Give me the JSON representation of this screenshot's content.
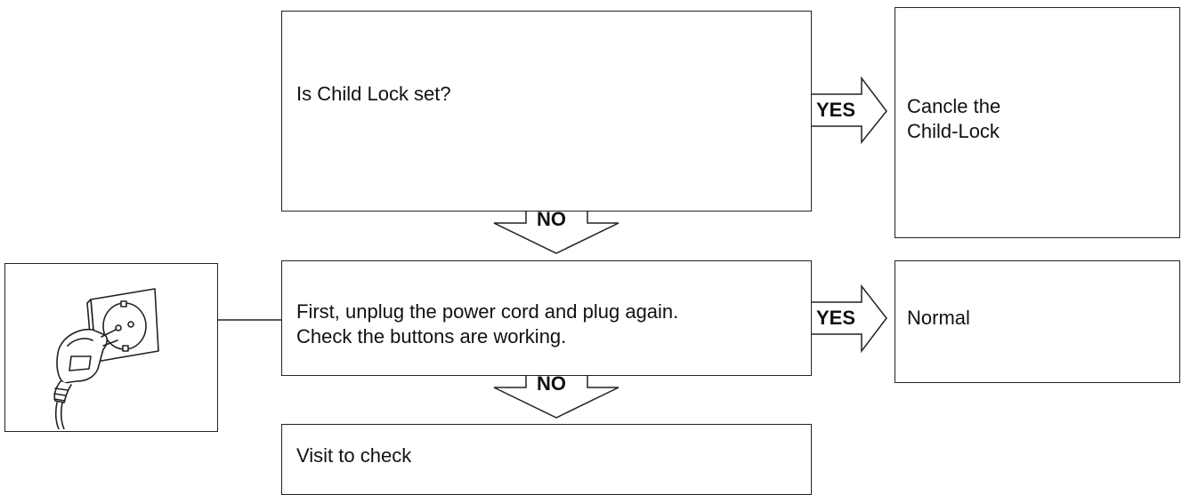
{
  "steps": {
    "q1": "Is Child Lock set?",
    "q1_yes": "Cancle the\nChild-Lock",
    "q2": "First, unplug the power cord and plug again.\nCheck the buttons are working.",
    "q2_yes": "Normal",
    "q2_no": "Visit to check"
  },
  "labels": {
    "yes": "YES",
    "no": "NO"
  },
  "icons": {
    "illustration": "power-plug-socket-icon"
  }
}
